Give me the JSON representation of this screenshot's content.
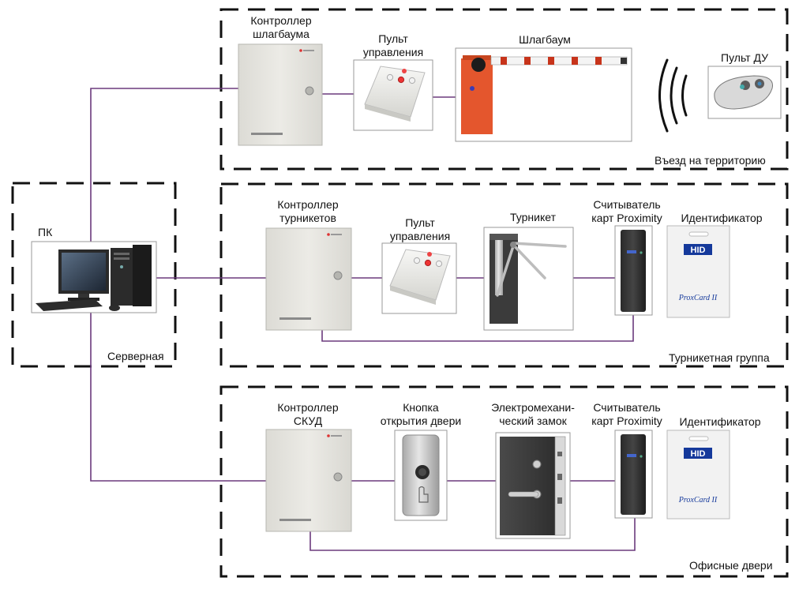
{
  "colors": {
    "line": "#6b3a7d",
    "dash": "#111111",
    "device": "#e7e6e0",
    "barrier": "#e4562d",
    "stripe": "#c7341b"
  },
  "labels": {
    "pc": "ПК",
    "server_room": "Серверная",
    "barrier_controller": [
      "Контроллер",
      "шлагбаума"
    ],
    "barrier_remote_panel": [
      "Пульт",
      "управления"
    ],
    "barrier": "Шлагбаум",
    "remote_control": "Пульт ДУ",
    "entry_zone": "Въезд на территорию",
    "turnstile_controller": [
      "Контроллер",
      "турникетов"
    ],
    "turnstile_remote_panel": [
      "Пульт",
      "управления"
    ],
    "turnstile": "Турникет",
    "reader_1": [
      "Считыватель",
      "карт Proximity"
    ],
    "identifier_1": "Идентификатор",
    "turnstile_group": "Турникетная группа",
    "acs_controller": [
      "Контроллер",
      "СКУД"
    ],
    "door_button": [
      "Кнопка",
      "открытия двери"
    ],
    "lock": [
      "Электромехани-",
      "ческий замок"
    ],
    "reader_2": [
      "Считыватель",
      "карт Proximity"
    ],
    "identifier_2": "Идентификатор",
    "office_doors": "Офисные двери"
  },
  "card": {
    "brand": "HID",
    "product": "ProxCard II"
  },
  "icons": [
    "monitor-icon",
    "pc-tower-icon",
    "keyboard-icon",
    "mouse-icon",
    "signal-waves-icon",
    "key-fob-icon"
  ]
}
